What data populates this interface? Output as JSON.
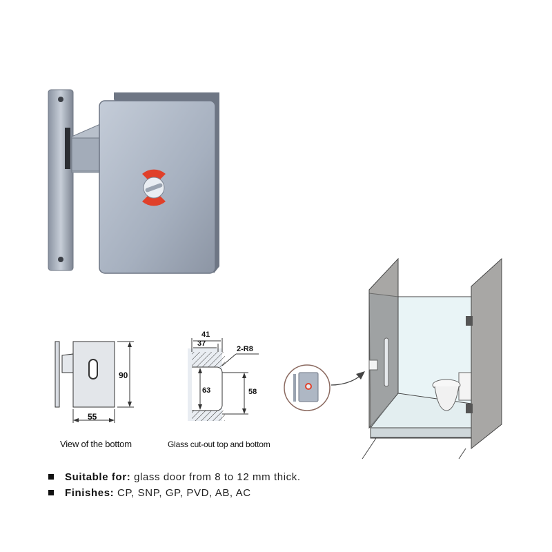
{
  "dimensions": {
    "bottom_height": "90",
    "bottom_width": "55",
    "cutout_width_outer": "41",
    "cutout_width_inner": "37",
    "cutout_radius": "2-R8",
    "cutout_height_left": "63",
    "cutout_height_right": "58"
  },
  "captions": {
    "bottom_view": "View of the bottom",
    "cutout": "Glass cut-out top and bottom"
  },
  "specs": [
    {
      "label": "Suitable for:",
      "value": " glass door from 8 to 12 mm thick."
    },
    {
      "label": "Finishes:",
      "value": " CP, SNP, GP, PVD, AB, AC"
    }
  ],
  "colors": {
    "metal": "#a9b3c2",
    "metal_dark": "#7f8796",
    "indicator_red": "#e0402a",
    "glass": "#e7f1f3",
    "wall": "#a8a7a5"
  }
}
